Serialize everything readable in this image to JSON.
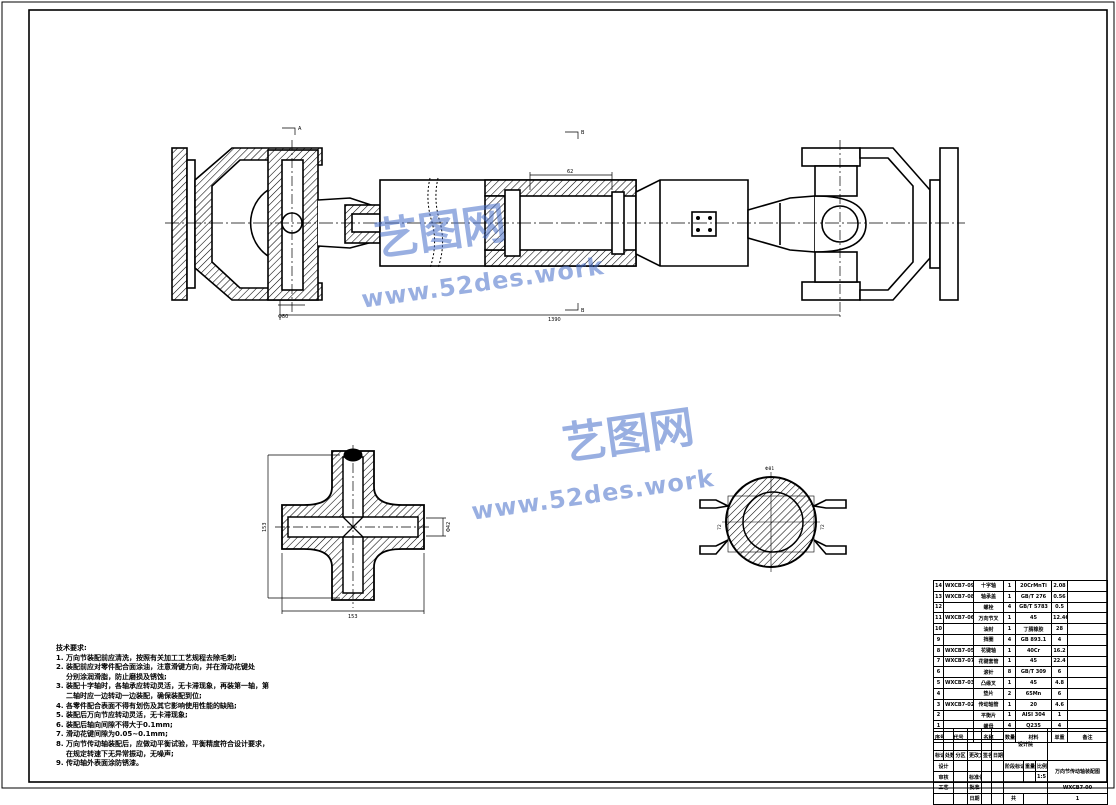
{
  "drawing": {
    "section_marks": {
      "a": "A",
      "b": "B"
    },
    "dimensions": {
      "overall_length": "1390",
      "spline_length": "62",
      "cross_width": "153",
      "cross_height": "153",
      "cross_journal": "Φ42",
      "bottom_left": "Φ80",
      "right_view_top": "Φ81",
      "right_view_left": "72",
      "right_view_right": "72"
    }
  },
  "notes": {
    "title": "技术要求:",
    "items": [
      "1. 万向节装配前应清洗，按照有关加工工艺规程去除毛刺;",
      "2. 装配前应对零件配合面涂油，注意滑键方向，并在滑动花键处",
      "   分别涂润滑脂，防止磨损及锈蚀;",
      "3. 装配十字轴时，各轴承应转动灵活，无卡滞现象，再装第一轴，第",
      "   二轴时应一边转动一边装配，确保装配到位;",
      "4. 各零件配合表面不得有划伤及其它影响使用性能的缺陷;",
      "5. 装配后万向节应转动灵活，无卡滞现象;",
      "6. 装配后轴向间隙不得大于0.1mm;",
      "7. 滑动花键间隙为0.05~0.1mm;",
      "8. 万向节传动轴装配后，应做动平衡试验，平衡精度符合设计要求，",
      "   在规定转速下无异常振动，无噪声;",
      "9. 传动轴外表面涂防锈漆。"
    ]
  },
  "parts_list": {
    "rows": [
      {
        "no": "14",
        "code": "WXCB7-09",
        "name": "十字轴",
        "qty": "1",
        "material": "20CrMnTi",
        "note": "2.08"
      },
      {
        "no": "13",
        "code": "WXCB7-08",
        "name": "轴承盖",
        "qty": "1",
        "material": "GB/T 276",
        "note": "0.56"
      },
      {
        "no": "12",
        "code": "",
        "name": "螺栓",
        "qty": "4",
        "material": "GB/T 5783",
        "note": "0.5"
      },
      {
        "no": "11",
        "code": "WXCB7-06",
        "name": "万向节叉",
        "qty": "1",
        "material": "45",
        "note": "12.46"
      },
      {
        "no": "10",
        "code": "",
        "name": "油封",
        "qty": "1",
        "material": "丁腈橡胶",
        "note": "28"
      },
      {
        "no": "9",
        "code": "",
        "name": "挡圈",
        "qty": "4",
        "material": "GB 893.1",
        "note": "4"
      },
      {
        "no": "8",
        "code": "WXCB7-05",
        "name": "花键轴",
        "qty": "1",
        "material": "40Cr",
        "note": "16.2"
      },
      {
        "no": "7",
        "code": "WXCB7-07",
        "name": "花键套管",
        "qty": "1",
        "material": "45",
        "note": "22.4"
      },
      {
        "no": "6",
        "code": "",
        "name": "滚针",
        "qty": "8",
        "material": "GB/T 309",
        "note": "6"
      },
      {
        "no": "5",
        "code": "WXCB7-03",
        "name": "凸缘叉",
        "qty": "1",
        "material": "45",
        "note": "4.8"
      },
      {
        "no": "4",
        "code": "",
        "name": "垫片",
        "qty": "2",
        "material": "65Mn",
        "note": "6"
      },
      {
        "no": "3",
        "code": "WXCB7-02",
        "name": "传动轴管",
        "qty": "1",
        "material": "20",
        "note": "4.6"
      },
      {
        "no": "2",
        "code": "",
        "name": "平衡片",
        "qty": "1",
        "material": "AISI 304",
        "note": "1"
      },
      {
        "no": "1",
        "code": "",
        "name": "螺母",
        "qty": "4",
        "material": "Q235",
        "note": "4"
      }
    ],
    "header": {
      "no": "序号",
      "code": "代号",
      "name": "名称",
      "qty": "数量",
      "material": "材料",
      "weight": "单重",
      "note": "备注"
    }
  },
  "title_block": {
    "company": "设计院",
    "drawing_name": "万向节传动轴装配图",
    "drawing_code": "WXCB7-00",
    "scale": "1:5",
    "sheet": "1",
    "labels": {
      "mark": "标记",
      "count": "处数",
      "zone": "分区",
      "doc": "更改文件号",
      "sign": "签名",
      "date": "日期",
      "design": "设计",
      "check": "审核",
      "process": "工艺",
      "approve": "批准",
      "stage": "阶段标记",
      "weight": "重量",
      "ratio": "比例",
      "std": "标准化",
      "total": "共",
      "page": "第"
    }
  },
  "watermark": {
    "brand": "艺图网",
    "url": "www.52des.work"
  },
  "colors": {
    "line": "#000000",
    "watermark": "#4a6fc4"
  }
}
